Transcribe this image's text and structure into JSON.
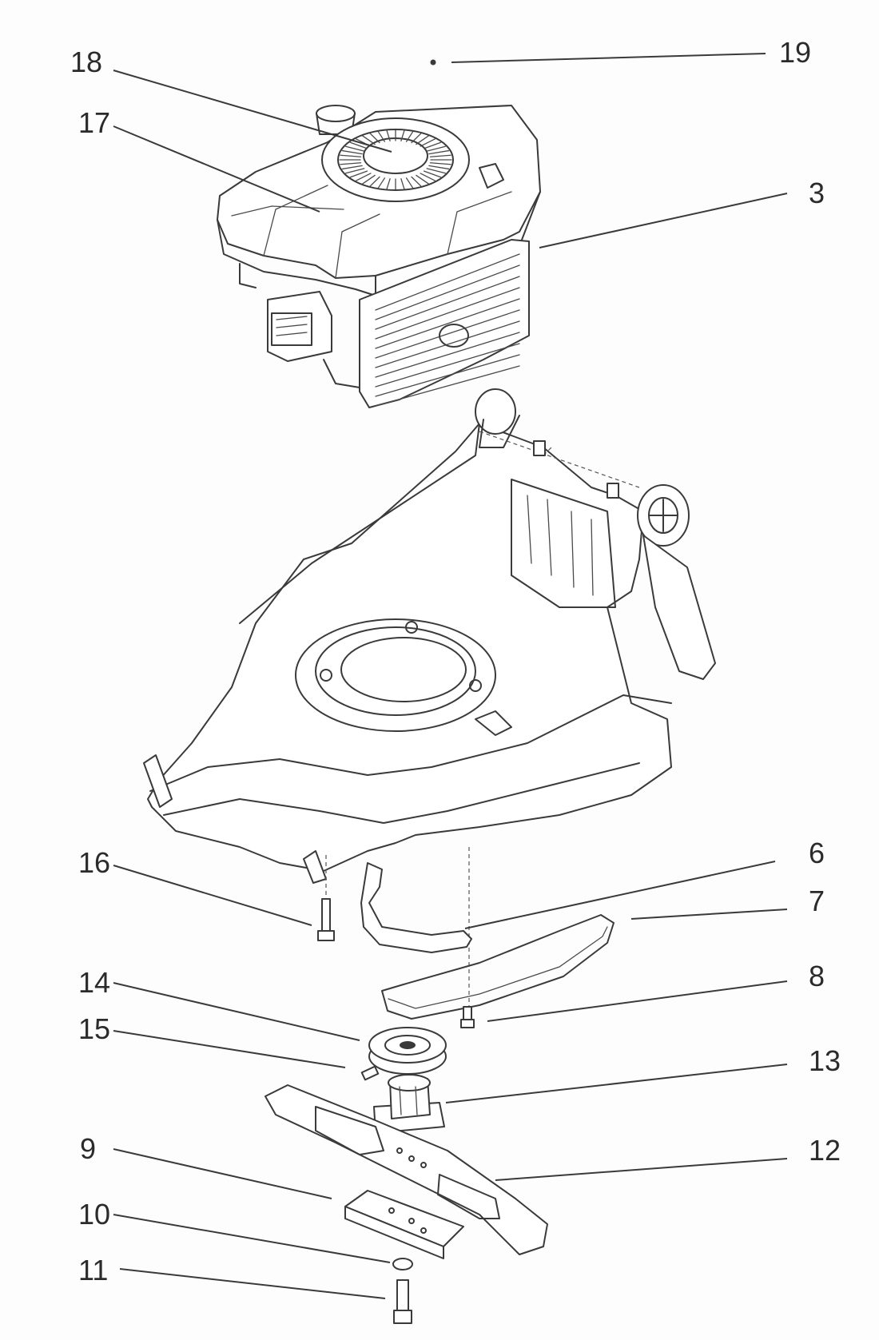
{
  "callouts": [
    {
      "id": "c18",
      "text": "18"
    },
    {
      "id": "c19",
      "text": "19"
    },
    {
      "id": "c17",
      "text": "17"
    },
    {
      "id": "c3",
      "text": "3"
    },
    {
      "id": "c16",
      "text": "16"
    },
    {
      "id": "c6",
      "text": "6"
    },
    {
      "id": "c7",
      "text": "7"
    },
    {
      "id": "c8",
      "text": "8"
    },
    {
      "id": "c14",
      "text": "14"
    },
    {
      "id": "c15",
      "text": "15"
    },
    {
      "id": "c13",
      "text": "13"
    },
    {
      "id": "c9",
      "text": "9"
    },
    {
      "id": "c12",
      "text": "12"
    },
    {
      "id": "c10",
      "text": "10"
    },
    {
      "id": "c11",
      "text": "11"
    }
  ],
  "colors": {
    "line": "#3a3a3a",
    "paper": "#fdfdfd"
  }
}
